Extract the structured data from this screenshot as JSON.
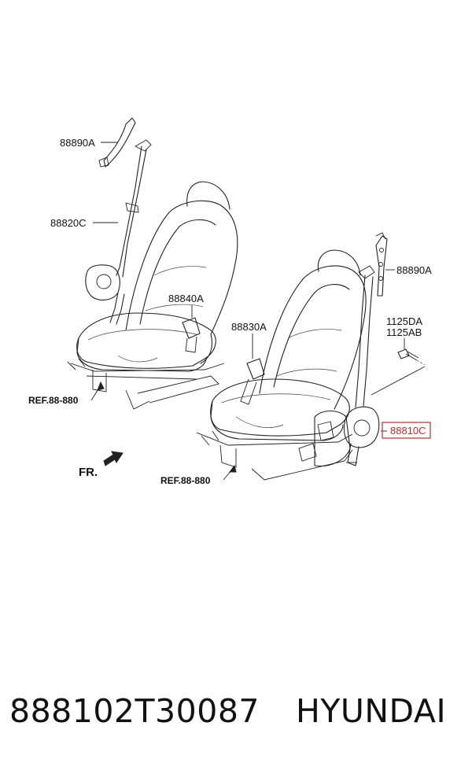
{
  "labels": {
    "left_anchor": "88890A",
    "left_retractor": "88820C",
    "left_buckle": "88840A",
    "left_ref": "REF.88-880",
    "front_marker": "FR.",
    "right_buckle": "88830A",
    "right_ref": "REF.88-880",
    "right_anchor": "88890A",
    "bolt_1": "1125DA",
    "bolt_2": "1125AB",
    "highlighted_part": "88810C"
  },
  "caption": {
    "part_number": "888102T30087",
    "brand": "HYUNDAI"
  },
  "colors": {
    "line": "#222222",
    "highlight": "#c62828",
    "background": "#ffffff"
  }
}
